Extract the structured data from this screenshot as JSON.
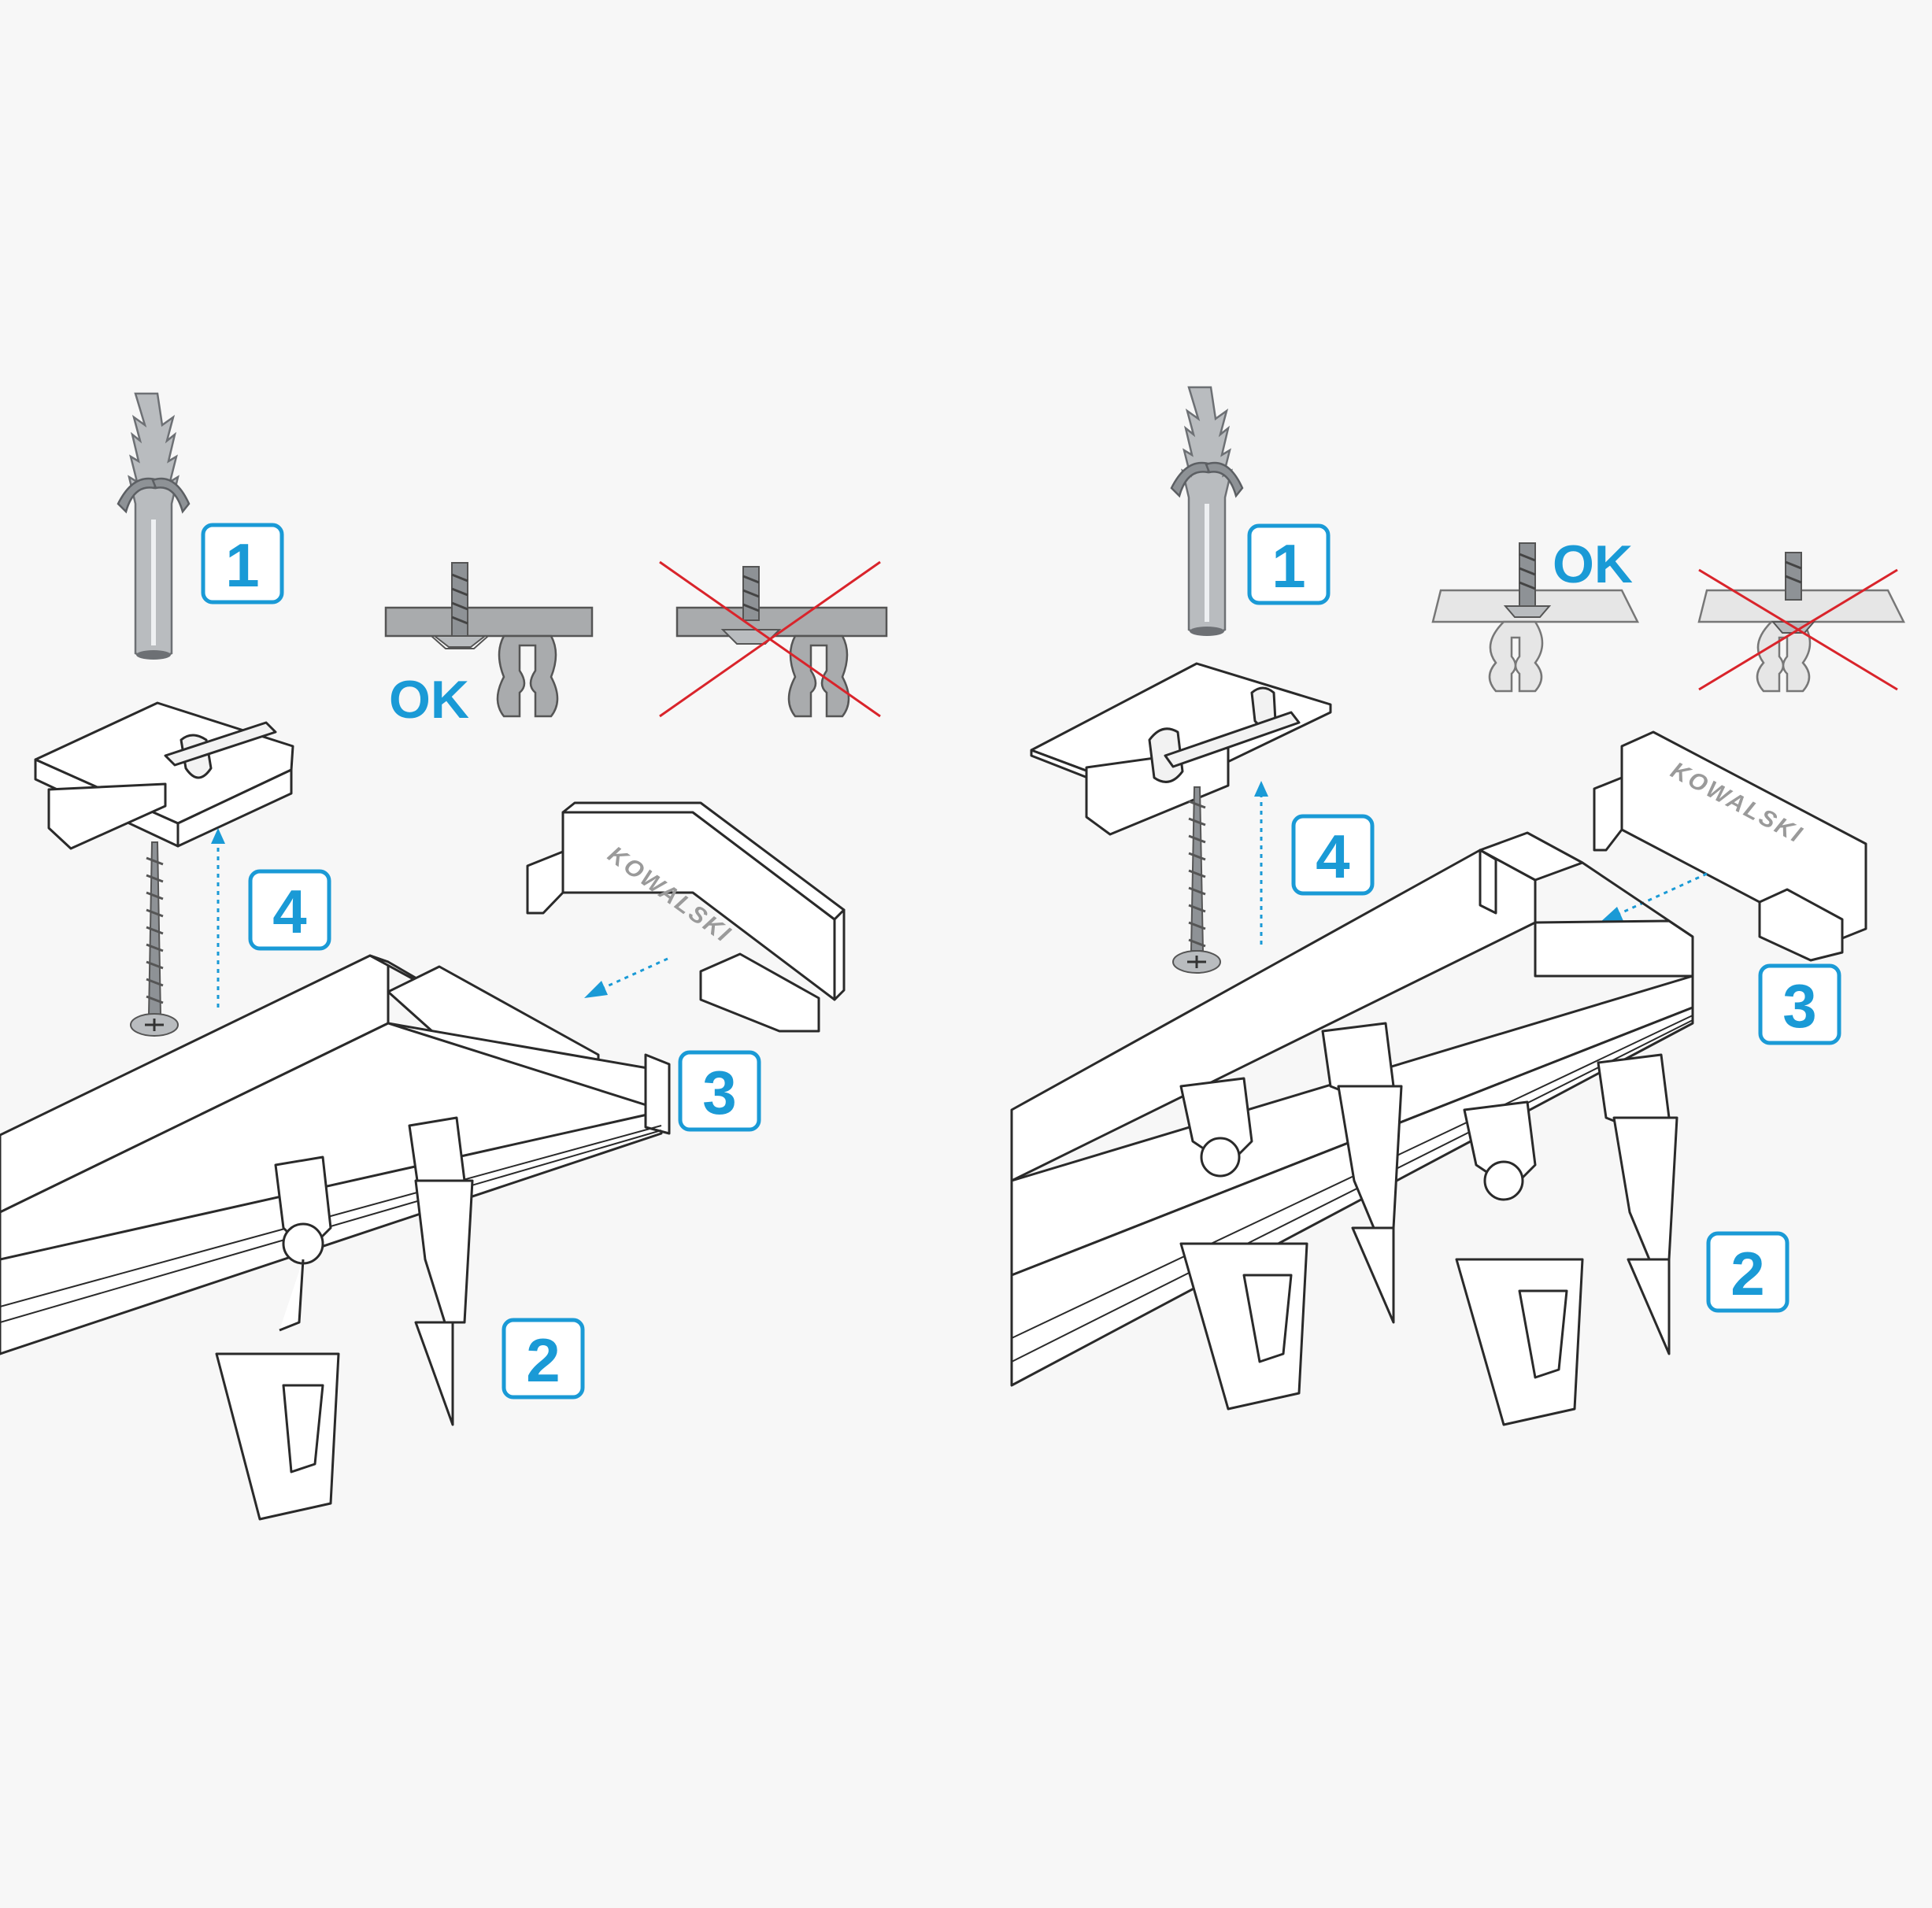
{
  "panels": [
    {
      "id": "single-track-mount",
      "labels": [
        "1",
        "2",
        "3",
        "4"
      ],
      "ok_label": "OK",
      "brand": "KOWALSKI"
    },
    {
      "id": "double-track-mount",
      "labels": [
        "1",
        "2",
        "3",
        "4"
      ],
      "ok_label": "OK",
      "brand": "KOWALSKI"
    }
  ],
  "colors": {
    "accent": "#1a9ad6",
    "cross": "#d9242b",
    "metal": "#b9bcbf"
  },
  "icons": [
    "wall-plug-icon",
    "screw-icon",
    "mounting-bracket-icon",
    "end-cap-icon",
    "curtain-rail-icon",
    "glider-hook-icon",
    "curtain-clip-icon"
  ]
}
